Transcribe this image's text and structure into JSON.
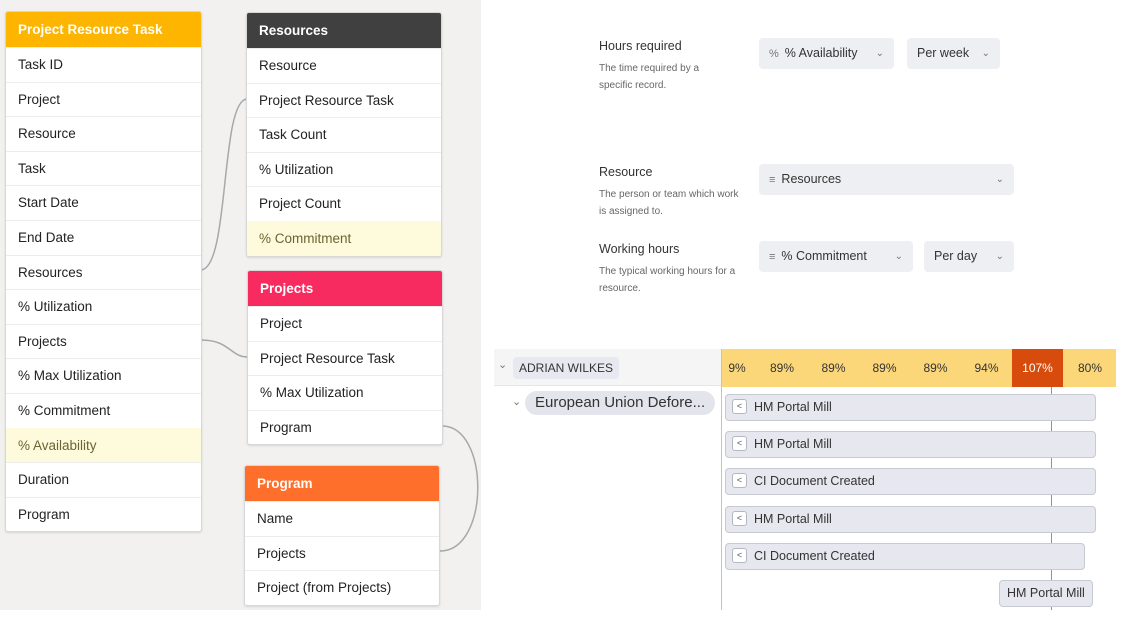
{
  "tables": {
    "prt": {
      "title": "Project Resource Task",
      "color": "#fdb500",
      "fields": [
        "Task ID",
        "Project",
        "Resource",
        "Task",
        "Start Date",
        "End Date",
        "Resources",
        "% Utilization",
        "Projects",
        "% Max Utilization",
        "% Commitment",
        "% Availability",
        "Duration",
        "Program"
      ],
      "highlight": "% Availability"
    },
    "resources": {
      "title": "Resources",
      "color": "#404040",
      "fields": [
        "Resource",
        "Project Resource Task",
        "Task Count",
        "% Utilization",
        "Project Count",
        "% Commitment"
      ],
      "highlight": "% Commitment"
    },
    "projects": {
      "title": "Projects",
      "color": "#f82b60",
      "fields": [
        "Project",
        "Project Resource Task",
        "% Max Utilization",
        "Program"
      ]
    },
    "program": {
      "title": "Program",
      "color": "#ff6f2c",
      "fields": [
        "Name",
        "Projects",
        "Project (from Projects)"
      ]
    }
  },
  "settings": {
    "hours": {
      "label": "Hours required",
      "desc": "The time required by a specific record.",
      "field": "% Availability",
      "field_icon": "%",
      "unit": "Per week"
    },
    "resource": {
      "label": "Resource",
      "desc": "The person or team which work is assigned to.",
      "field": "Resources",
      "field_icon": "≡"
    },
    "working": {
      "label": "Working hours",
      "desc": "The typical working hours for a resource.",
      "field": "% Commitment",
      "field_icon": "≡",
      "unit": "Per day"
    }
  },
  "gantt": {
    "resource_name": "ADRIAN WILKES",
    "project_name": "European Union Defore...",
    "utilization": [
      "9%",
      "89%",
      "89%",
      "89%",
      "89%",
      "94%",
      "107%",
      "80%"
    ],
    "bars": [
      "HM Portal Mill",
      "HM Portal Mill",
      "CI Document Created",
      "HM Portal Mill",
      "CI Document Created"
    ],
    "last_bar": "HM Portal Mill",
    "colors": {
      "under": "#fcd77a",
      "over": "#d74b0c",
      "today": "#6a9bd0"
    }
  }
}
